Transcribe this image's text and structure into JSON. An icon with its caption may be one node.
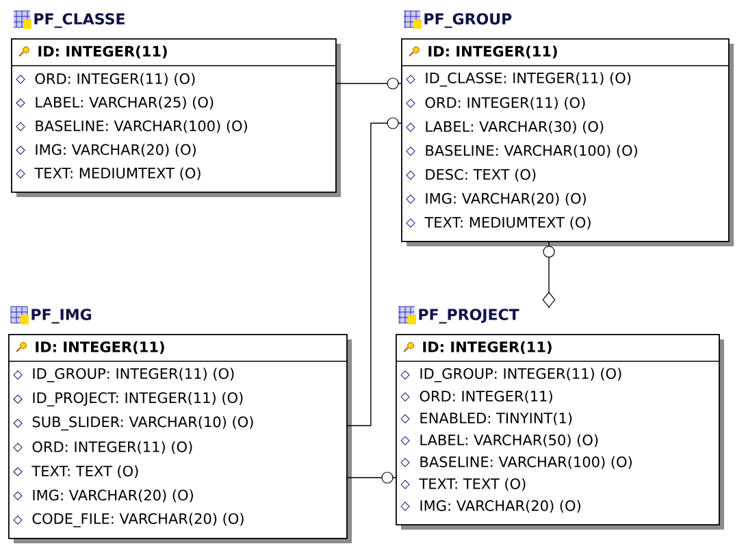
{
  "diagram": {
    "nodes": [
      {
        "text": [
          "PF_CLASSE",
          "ID: INTEGER(11)",
          "ORD: INTEGER(11) (O)",
          "LABEL: VARCHAR(25) (O)",
          "BASELINE: VARCHAR(100) (O)",
          "IMG: VARCHAR(20) (O)",
          "TEXT: MEDIUMTEXT (O)"
        ]
      },
      {
        "text": [
          "PF_GROUP",
          "ID: INTEGER(11)",
          "ID_CLASSE: INTEGER(11) (O)",
          "ORD: INTEGER(11) (O)",
          "LABEL: VARCHAR(30) (O)",
          "BASELINE: VARCHAR(100) (O)",
          "DESC: TEXT (O)",
          "IMG: VARCHAR(20) (O)",
          "TEXT: MEDIUMTEXT (O)"
        ]
      },
      {
        "text": [
          "PF_IMG",
          "ID: INTEGER(11)",
          "ID_GROUP: INTEGER(11) (O)",
          "ID_PROJECT: INTEGER(11) (O)",
          "SUB_SLIDER: VARCHAR(10) (O)",
          "ORD: INTEGER(11) (O)",
          "TEXT: TEXT (O)",
          "IMG: VARCHAR(20) (O)",
          "CODE_FILE: VARCHAR(20) (O)"
        ]
      },
      {
        "text": [
          "PF_PROJECT",
          "ID: INTEGER(11)",
          "ID_GROUP: INTEGER(11) (O)",
          "ORD: INTEGER(11)",
          "ENABLED: TINYINT(1)",
          "LABEL: VARCHAR(50) (O)",
          "BASELINE: VARCHAR(100) (O)",
          "TEXT: TEXT (O)",
          "IMG: VARCHAR(20) (O)"
        ]
      }
    ],
    "edges": [
      {
        "from": 0,
        "to": 1,
        "arrow": "other"
      },
      {
        "from": 1,
        "to": 3,
        "arrow": "other"
      },
      {
        "from": 2,
        "to": 1,
        "arrow": "other"
      },
      {
        "from": 2,
        "to": 3,
        "arrow": "other"
      }
    ]
  }
}
